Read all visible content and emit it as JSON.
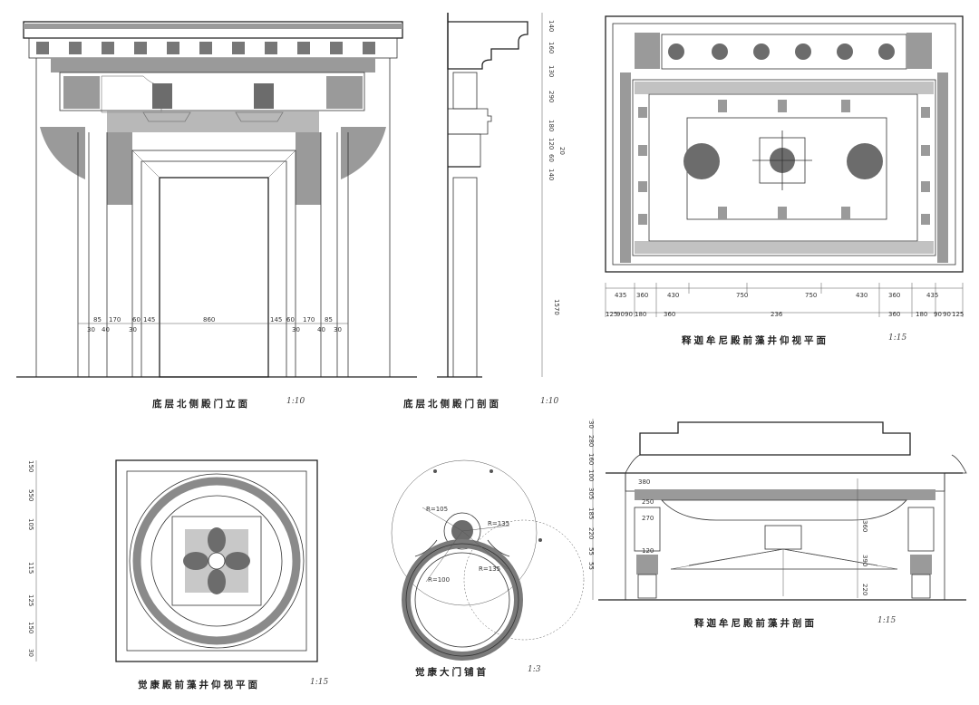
{
  "drawings": {
    "door_elevation": {
      "title": "底层北侧殿门立面",
      "scale": "1:10",
      "dims_top": [
        "85",
        "170",
        "60",
        "145",
        "860",
        "145",
        "60",
        "170",
        "85"
      ],
      "dims_bottom": [
        "30",
        "40",
        "30",
        "30",
        "40",
        "30"
      ],
      "dim_height": "1570"
    },
    "door_section": {
      "title": "底层北侧殿门剖面",
      "scale": "1:10",
      "dims_vertical": [
        "140",
        "160",
        "130",
        "290",
        "180",
        "120",
        "60",
        "140",
        "20"
      ]
    },
    "shakyamuni_caisson_plan": {
      "title": "释迦牟尼殿前藻井仰视平面",
      "scale": "1:15",
      "dims_row1": [
        "435",
        "360",
        "430",
        "750",
        "750",
        "430",
        "360",
        "435"
      ],
      "dims_row2": [
        "125",
        "90",
        "90",
        "180",
        "360",
        "236",
        "360",
        "180",
        "90",
        "90",
        "125"
      ]
    },
    "jokhang_caisson_plan": {
      "title": "觉康殿前藻井仰视平面",
      "scale": "1:15",
      "dims_vertical": [
        "150",
        "550",
        "105",
        "115",
        "125",
        "150",
        "30"
      ]
    },
    "jokhang_door_knocker": {
      "title": "觉康大门铺首",
      "scale": "1:3",
      "radius_labels": [
        "R=105",
        "R=135",
        "R=100",
        "R=135"
      ]
    },
    "shakyamuni_caisson_section": {
      "title": "释迦牟尼殿前藻井剖面",
      "scale": "1:15",
      "dims_left": [
        "30",
        "280",
        "160",
        "100",
        "305",
        "185",
        "220",
        "55",
        "55"
      ],
      "dims_inner": [
        "380",
        "250",
        "270",
        "120",
        "360",
        "390",
        "220"
      ]
    }
  }
}
